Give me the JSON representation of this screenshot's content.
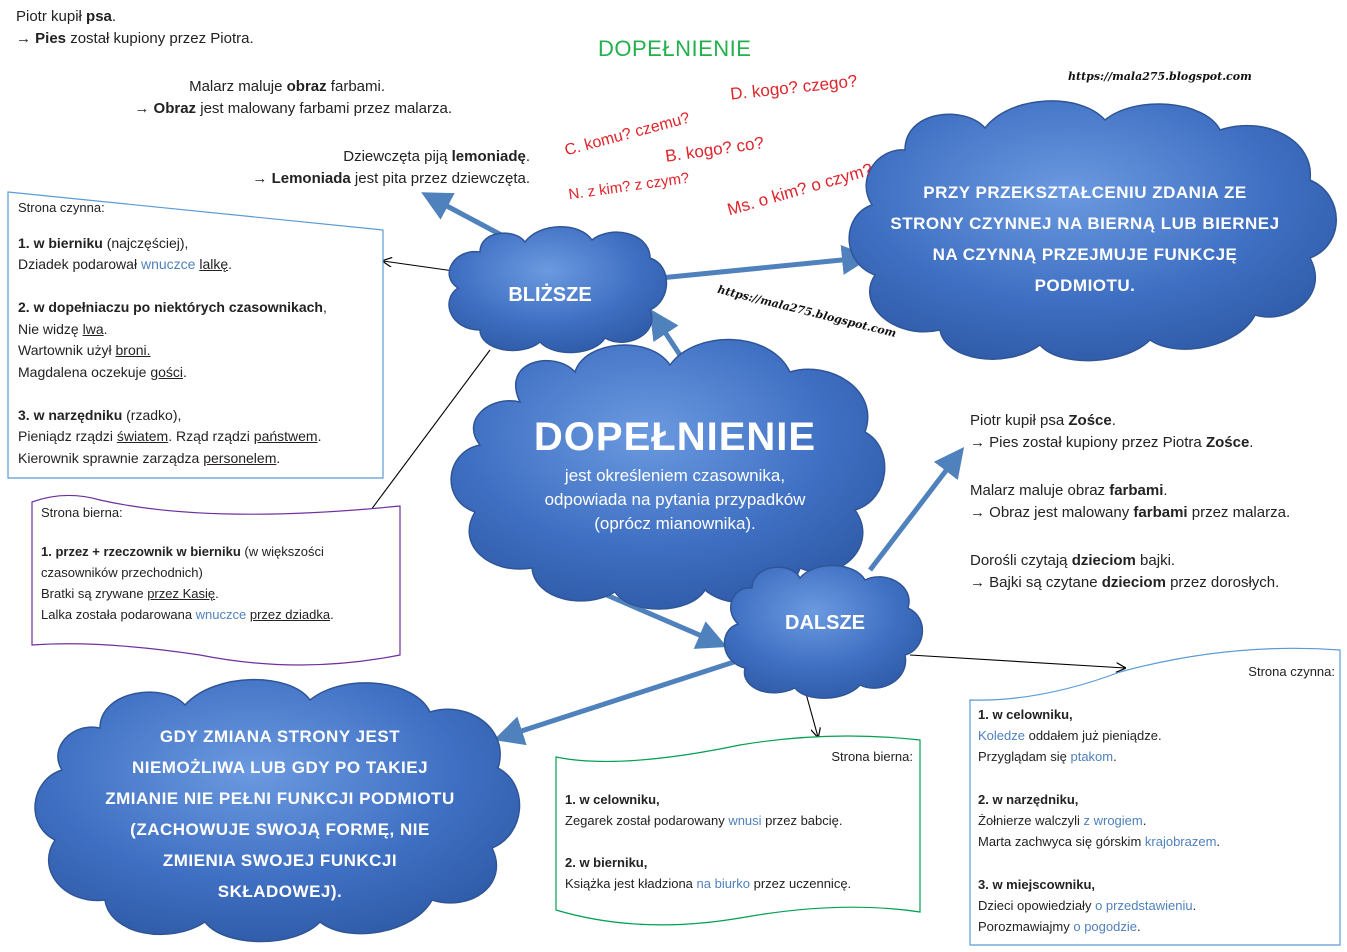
{
  "title_top": "DOPEŁNIENIE",
  "watermark": "https://mala275.blogspot.com",
  "top_left": {
    "ex1": [
      "Piotr kupił ",
      "psa",
      "."
    ],
    "ex1b": [
      "→ ",
      "Pies",
      " został kupiony przez Piotra."
    ],
    "ex2": [
      "Malarz maluje ",
      "obraz",
      " farbami."
    ],
    "ex2b": [
      "→ ",
      "Obraz",
      " jest malowany farbami przez malarza."
    ],
    "ex3": [
      "Dziewczęta piją ",
      "lemoniadę",
      "."
    ],
    "ex3b": [
      "→ ",
      "Lemoniada",
      " jest pita przez dziewczęta."
    ]
  },
  "questions": {
    "d": "D. kogo? czego?",
    "c": "C. komu? czemu?",
    "b": "B. kogo? co?",
    "n": "N. z kim? z czym?",
    "ms": "Ms. o kim? o czym?"
  },
  "center_cloud": {
    "title": "DOPEŁNIENIE",
    "lines": [
      "jest określeniem czasownika,",
      "odpowiada na pytania przypadków",
      "(oprócz mianownika)."
    ]
  },
  "blizsze": "BLIŻSZE",
  "dalsze": "DALSZE",
  "right_cloud": [
    "PRZY PRZEKSZTAŁCENIU ZDANIA ZE",
    "STRONY CZYNNEJ NA BIERNĄ LUB BIERNEJ",
    "NA CZYNNĄ PRZEJMUJE FUNKCJĘ",
    "PODMIOTU."
  ],
  "left_cloud": [
    "GDY ZMIANA STRONY JEST",
    "NIEMOŻLIWA LUB GDY PO TAKIEJ",
    "ZMIANIE NIE PEŁNI FUNKCJI PODMIOTU",
    "(ZACHOWUJE SWOJĄ FORMĘ, NIE",
    "ZMIENIA SWOJEJ FUNKCJI",
    "SKŁADOWEJ)."
  ],
  "box_czynna_left": {
    "heading": "Strona czynna:",
    "s1_head": "1. w bierniku",
    "s1_note": " (najczęściej),",
    "s1_ex": [
      "Dziadek podarował ",
      "wnuczce",
      " ",
      "lalkę",
      "."
    ],
    "s2_head": "2. w dopełniaczu po niektórych czasownikach",
    "s2_tail": ",",
    "s2_ex1": [
      "Nie widzę ",
      "lwa",
      "."
    ],
    "s2_ex2": [
      "Wartownik użył ",
      "broni."
    ],
    "s2_ex3": [
      "Magdalena oczekuje ",
      "gości",
      "."
    ],
    "s3_head": "3. w narzędniku",
    "s3_note": " (rzadko),",
    "s3_ex1": [
      "Pieniądz rządzi ",
      "światem",
      ". Rząd rządzi ",
      "państwem",
      "."
    ],
    "s3_ex2": [
      "Kierownik sprawnie zarządza ",
      "personelem",
      "."
    ]
  },
  "box_bierna_left": {
    "heading": "Strona bierna:",
    "s1_head": "1. przez + rzeczownik w bierniku",
    "s1_note": " (w większości",
    "s1_note2": "czasowników przechodnich)",
    "ex1": [
      "Bratki są zrywane ",
      "przez Kasię",
      "."
    ],
    "ex2": [
      "Lalka została podarowana ",
      "wnuczce",
      " ",
      "przez dziadka",
      "."
    ]
  },
  "right_examples": {
    "ex1": [
      "Piotr kupił psa ",
      "Zośce",
      "."
    ],
    "ex1b": [
      "→ Pies został kupiony przez Piotra ",
      "Zośce",
      "."
    ],
    "ex2": [
      "Malarz maluje obraz ",
      "farbami",
      "."
    ],
    "ex2b": [
      "→ Obraz jest malowany ",
      "farbami",
      " przez malarza."
    ],
    "ex3": [
      "Dorośli czytają ",
      "dzieciom",
      " bajki."
    ],
    "ex3b": [
      "→ Bajki są czytane ",
      "dzieciom",
      " przez dorosłych."
    ]
  },
  "box_bierna_right": {
    "heading": "Strona bierna:",
    "s1_head": "1. w celowniku,",
    "s1_ex": [
      "Zegarek został podarowany ",
      "wnusi",
      " przez babcię."
    ],
    "s2_head": "2. w bierniku,",
    "s2_ex": [
      "Książka jest kładziona ",
      "na biurko",
      " przez uczennicę."
    ]
  },
  "box_czynna_right": {
    "heading": "Strona czynna:",
    "s1_head": "1. w celowniku,",
    "s1_ex1": [
      "Koledze",
      " oddałem już pieniądze."
    ],
    "s1_ex2": [
      "Przyglądam się ",
      "ptakom",
      "."
    ],
    "s2_head": "2. w narzędniku,",
    "s2_ex1": [
      "Żołnierze walczyli ",
      "z wrogiem",
      "."
    ],
    "s2_ex2": [
      "Marta zachwyca się górskim ",
      "krajobrazem",
      "."
    ],
    "s3_head": "3. w miejscowniku,",
    "s3_ex1": [
      "Dzieci opowiedziały ",
      "o przedstawieniu",
      "."
    ],
    "s3_ex2": [
      "Porozmawiajmy ",
      "o pogodzie",
      "."
    ]
  },
  "colors": {
    "cloud": "#4472c4",
    "cloud_dark": "#2f5597",
    "arrow": "#4f81bd",
    "title_green": "#22b14c",
    "red": "#e0242b",
    "purple": "#7030a0",
    "green_box": "#00a050",
    "blue_box": "#5b9bd5"
  }
}
